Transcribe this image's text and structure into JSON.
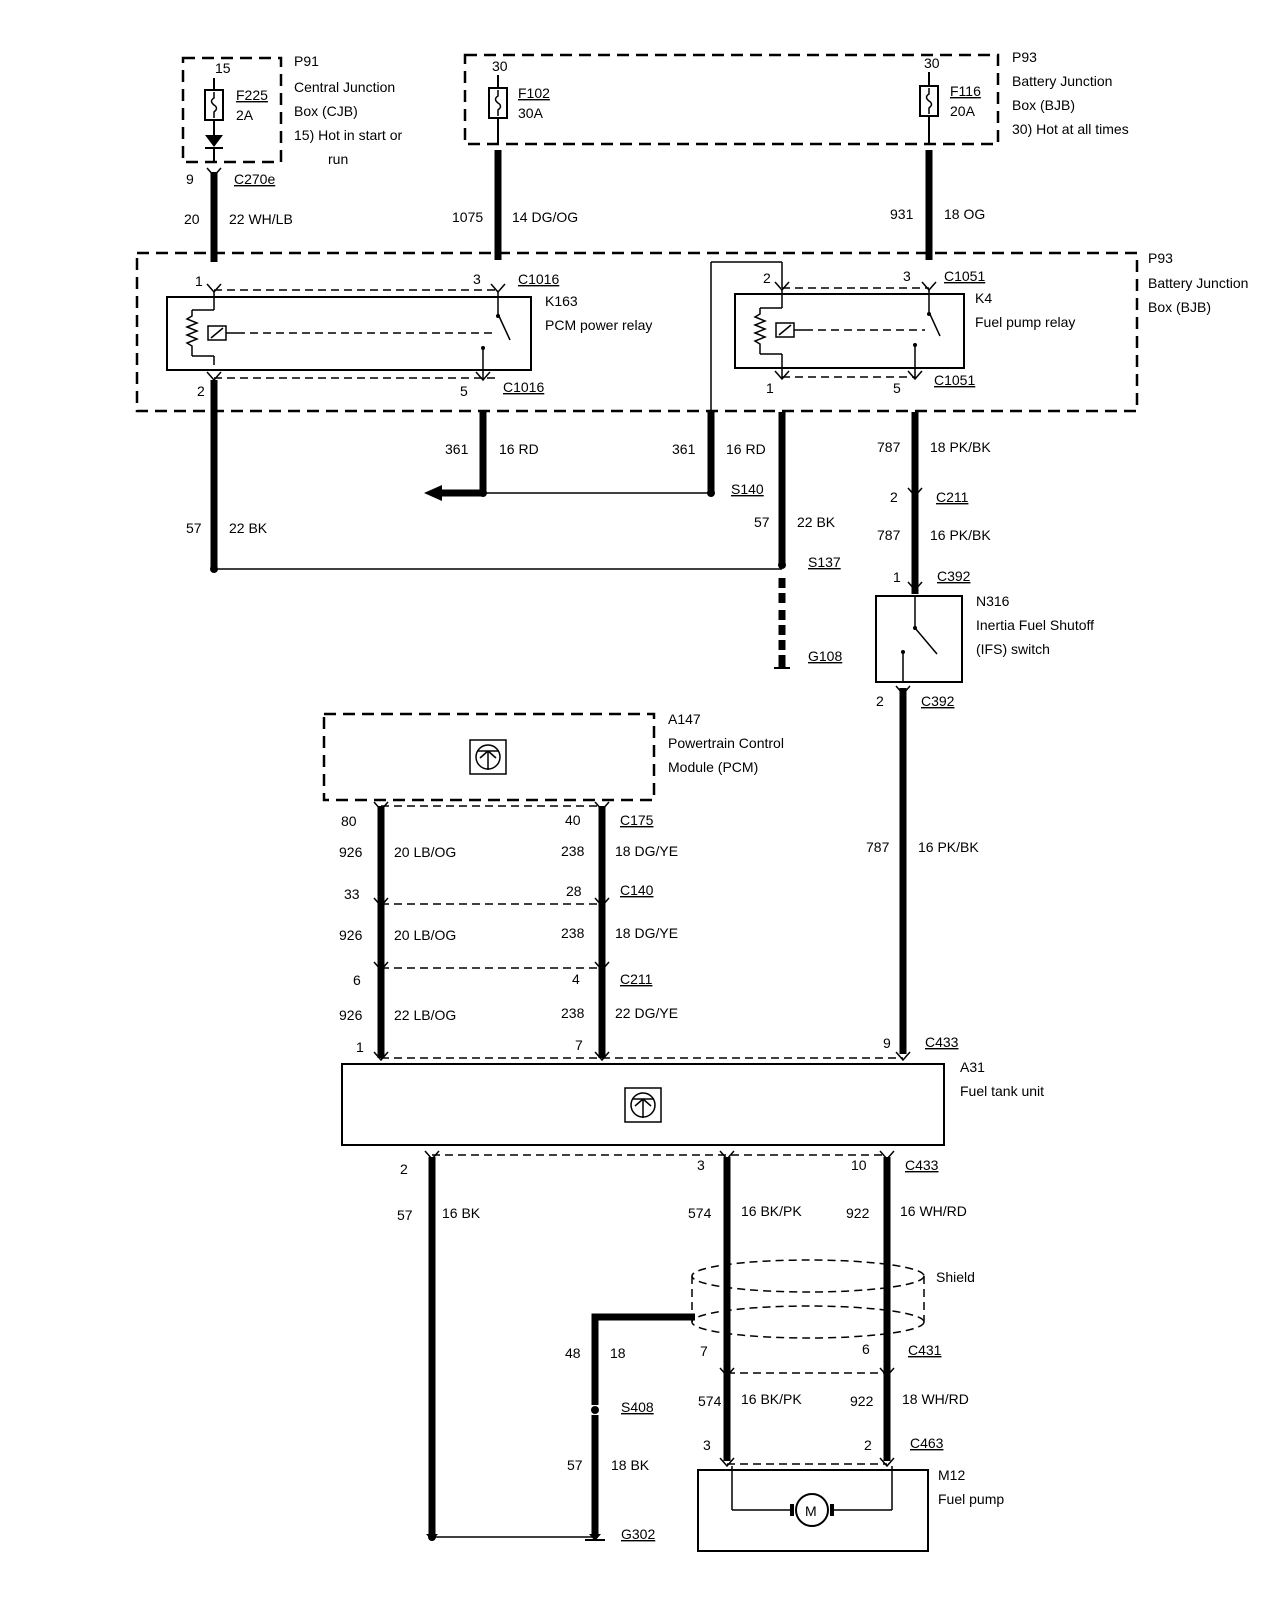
{
  "components": {
    "p91": {
      "id": "P91",
      "line1": "Central Junction",
      "line2": "Box (CJB)",
      "line3": "15)  Hot in start or",
      "line4": "run",
      "pin": "15"
    },
    "f225": {
      "id": "F225",
      "rating": "2A"
    },
    "p93_top": {
      "id": "P93",
      "line1": "Battery Junction",
      "line2": "Box (BJB)",
      "line3": "30)   Hot at all times"
    },
    "f102": {
      "id": "F102",
      "rating": "30A",
      "pin": "30"
    },
    "f116": {
      "id": "F116",
      "rating": "20A",
      "pin": "30"
    },
    "p93_mid": {
      "id": "P93",
      "line1": "Battery Junction",
      "line2": "Box (BJB)"
    },
    "k163": {
      "id": "K163",
      "name": "PCM power relay"
    },
    "k4": {
      "id": "K4",
      "name": "Fuel pump relay"
    },
    "n316": {
      "id": "N316",
      "line1": "Inertia Fuel Shutoff",
      "line2": "(IFS) switch"
    },
    "a147": {
      "id": "A147",
      "line1": "Powertrain Control",
      "line2": "Module (PCM)"
    },
    "a31": {
      "id": "A31",
      "name": "Fuel tank unit"
    },
    "m12": {
      "id": "M12",
      "name": "Fuel pump",
      "motor": "M"
    },
    "shield": "Shield"
  },
  "connectors": {
    "c270e": "C270e",
    "c1016a": "C1016",
    "c1016b": "C1016",
    "c1051a": "C1051",
    "c1051b": "C1051",
    "c211a": "C211",
    "c211b": "C211",
    "c392a": "C392",
    "c392b": "C392",
    "c175": "C175",
    "c140": "C140",
    "c433a": "C433",
    "c433b": "C433",
    "c431": "C431",
    "c463": "C463"
  },
  "splices": {
    "s140": "S140",
    "s137": "S137",
    "s408": "S408"
  },
  "grounds": {
    "g108": "G108",
    "g302": "G302"
  },
  "pins": {
    "cjb_9": "9",
    "k163_1": "1",
    "k163_3": "3",
    "k163_2": "2",
    "k163_5": "5",
    "k4_2": "2",
    "k4_3": "3",
    "k4_1": "1",
    "k4_5": "5",
    "c211_2": "2",
    "c392_1": "1",
    "c392_2": "2",
    "c175_80": "80",
    "c175_40": "40",
    "c140_33": "33",
    "c140_28": "28",
    "c211_6": "6",
    "c211_4": "4",
    "a31_1": "1",
    "a31_7": "7",
    "a31_9": "9",
    "a31_2": "2",
    "a31_3": "3",
    "a31_10": "10",
    "c431_7": "7",
    "c431_6": "6",
    "m12_3": "3",
    "m12_2": "2"
  },
  "wires": {
    "w20": {
      "circuit": "20",
      "label": "22 WH/LB"
    },
    "w1075": {
      "circuit": "1075",
      "label": "14 DG/OG"
    },
    "w931": {
      "circuit": "931",
      "label": "18 OG"
    },
    "w361a": {
      "circuit": "361",
      "label": "16 RD"
    },
    "w361b": {
      "circuit": "361",
      "label": "16 RD"
    },
    "w787a": {
      "circuit": "787",
      "label": "18 PK/BK"
    },
    "w787b": {
      "circuit": "787",
      "label": "16 PK/BK"
    },
    "w787c": {
      "circuit": "787",
      "label": "16 PK/BK"
    },
    "w57a": {
      "circuit": "57",
      "label": "22 BK"
    },
    "w57b": {
      "circuit": "57",
      "label": "22 BK"
    },
    "w926a": {
      "circuit": "926",
      "label": "20 LB/OG"
    },
    "w926b": {
      "circuit": "926",
      "label": "20 LB/OG"
    },
    "w926c": {
      "circuit": "926",
      "label": "22 LB/OG"
    },
    "w238a": {
      "circuit": "238",
      "label": "18 DG/YE"
    },
    "w238b": {
      "circuit": "238",
      "label": "18 DG/YE"
    },
    "w238c": {
      "circuit": "238",
      "label": "22 DG/YE"
    },
    "w57c": {
      "circuit": "57",
      "label": "16 BK"
    },
    "w574a": {
      "circuit": "574",
      "label": "16 BK/PK"
    },
    "w922a": {
      "circuit": "922",
      "label": "16 WH/RD"
    },
    "w48": {
      "circuit": "48",
      "label": "18"
    },
    "w574b": {
      "circuit": "574",
      "label": "16 BK/PK"
    },
    "w922b": {
      "circuit": "922",
      "label": "18 WH/RD"
    },
    "w57d": {
      "circuit": "57",
      "label": "18 BK"
    }
  }
}
